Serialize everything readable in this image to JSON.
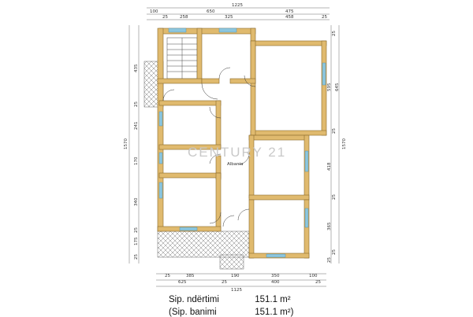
{
  "watermark": {
    "name": "CENTURY 21",
    "sub": "Albania"
  },
  "dimensions": {
    "top_total": "1225",
    "top_row2": [
      "100",
      "650",
      "475"
    ],
    "top_row3": [
      "25",
      "258",
      "325",
      "458",
      "25"
    ],
    "bottom_row1": [
      "25",
      "385",
      "190",
      "350",
      "100"
    ],
    "bottom_row2": [
      "625",
      "25",
      "400",
      "25"
    ],
    "bottom_total": "1125",
    "left_outer": "1570",
    "left_inner": [
      "435",
      "25",
      "241",
      "170",
      "340",
      "25",
      "175",
      "25"
    ],
    "right_outer": "1570",
    "right_inner": [
      "25",
      "595",
      "645",
      "25",
      "418",
      "25",
      "365",
      "25",
      "25"
    ]
  },
  "areas": [
    {
      "label": "Sip. ndërtimi",
      "value": "151.1 m²"
    },
    {
      "label": "(Sip. banimi",
      "value": "151.1 m²)"
    }
  ],
  "colors": {
    "wall": "#e0ba6e",
    "wall_edge": "#8a6a2a",
    "window": "#8cc6de",
    "hatch": "#777777"
  }
}
